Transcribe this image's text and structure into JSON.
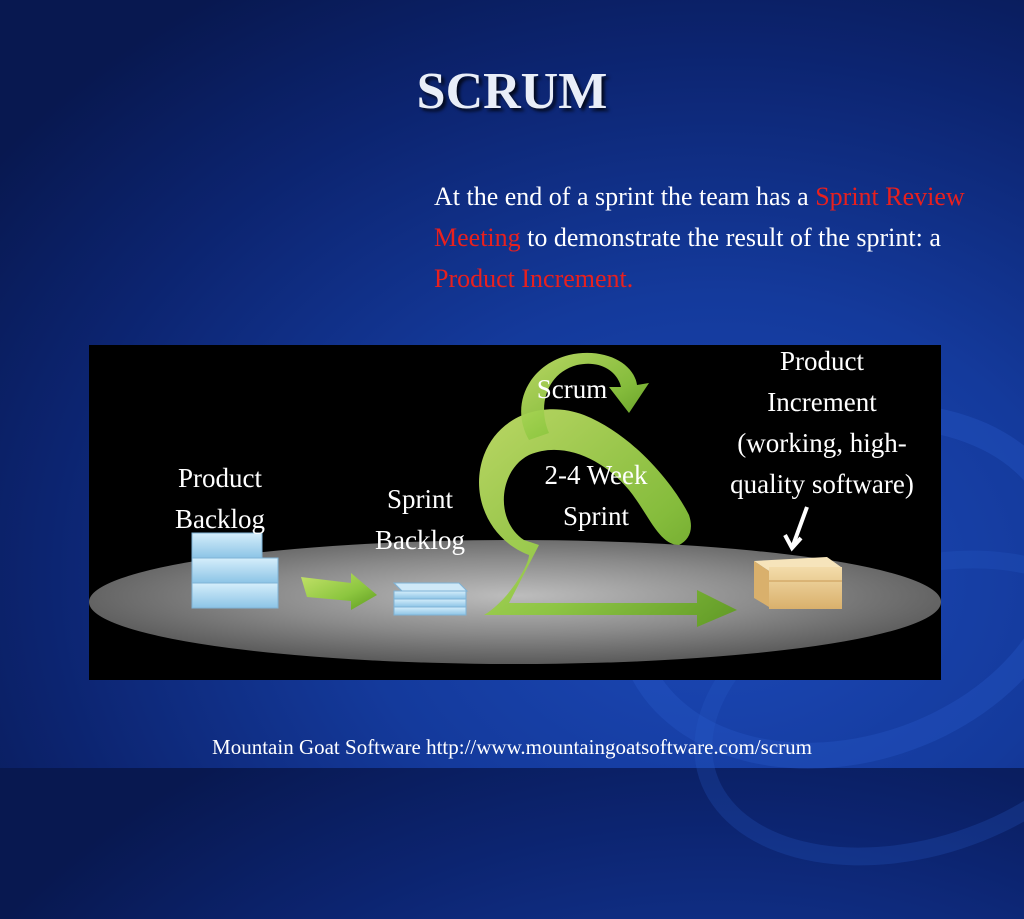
{
  "slide": {
    "title": "SCRUM",
    "intro": {
      "part1": "At the end of a sprint the team has a ",
      "highlight1": "Sprint Review Meeting",
      "part2": " to demonstrate the result of the sprint: a ",
      "highlight2": "Product Increment."
    },
    "footer": "Mountain Goat Software http://www.mountaingoatsoftware.com/scrum"
  },
  "diagram": {
    "labels": {
      "product_backlog_line1": "Product",
      "product_backlog_line2": "Backlog",
      "sprint_backlog_line1": "Sprint",
      "sprint_backlog_line2": "Backlog",
      "scrum": "Scrum",
      "sprint_length_line1": "2-4 Week",
      "sprint_length_line2": "Sprint",
      "increment_line1": "Product",
      "increment_line2": "Increment",
      "increment_line3": "(working, high-",
      "increment_line4": "quality software)"
    },
    "colors": {
      "highlight_text": "#e8201e",
      "arrow_green": "#8cc63f",
      "backlog_blue": "#a9d6f0",
      "box_tan": "#e8c98f"
    }
  }
}
